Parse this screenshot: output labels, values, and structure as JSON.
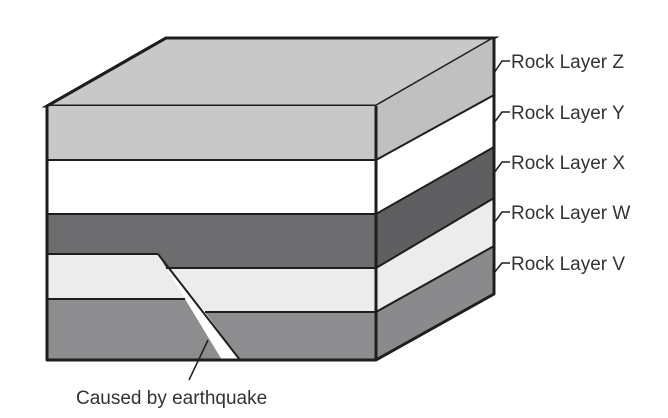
{
  "layers": [
    {
      "label": "Rock Layer Z",
      "color": "#c8c8c9"
    },
    {
      "label": "Rock Layer Y",
      "color": "#ffffff"
    },
    {
      "label": "Rock Layer X",
      "color": "#6d6d70"
    },
    {
      "label": "Rock Layer W",
      "color": "#ececec"
    },
    {
      "label": "Rock Layer V",
      "color": "#8d8d8f"
    }
  ],
  "caption": "Caused by earthquake",
  "colors": {
    "top_face": "#c8c8c9",
    "side_z": "#c0c0c1",
    "side_x": "#5f5f62",
    "side_v": "#8a8a8c",
    "outline": "#1e1e1e"
  }
}
